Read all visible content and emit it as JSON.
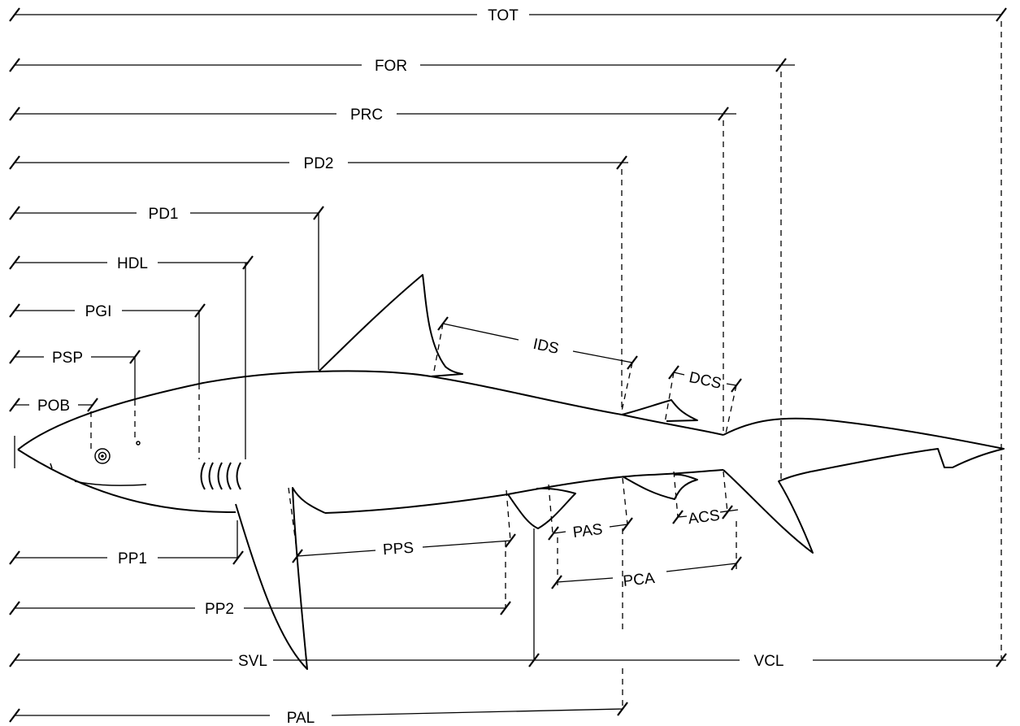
{
  "diagram": {
    "measurements": [
      {
        "id": "tot",
        "label": "TOT"
      },
      {
        "id": "for",
        "label": "FOR"
      },
      {
        "id": "prc",
        "label": "PRC"
      },
      {
        "id": "pd2",
        "label": "PD2"
      },
      {
        "id": "pd1",
        "label": "PD1"
      },
      {
        "id": "hdl",
        "label": "HDL"
      },
      {
        "id": "pgi",
        "label": "PGI"
      },
      {
        "id": "psp",
        "label": "PSP"
      },
      {
        "id": "pob",
        "label": "POB"
      },
      {
        "id": "ids",
        "label": "IDS"
      },
      {
        "id": "dcs",
        "label": "DCS"
      },
      {
        "id": "pas",
        "label": "PAS"
      },
      {
        "id": "acs",
        "label": "ACS"
      },
      {
        "id": "pps",
        "label": "PPS"
      },
      {
        "id": "pp1",
        "label": "PP1"
      },
      {
        "id": "pca",
        "label": "PCA"
      },
      {
        "id": "pp2",
        "label": "PP2"
      },
      {
        "id": "svl",
        "label": "SVL"
      },
      {
        "id": "vcl",
        "label": "VCL"
      },
      {
        "id": "pal",
        "label": "PAL"
      }
    ]
  }
}
